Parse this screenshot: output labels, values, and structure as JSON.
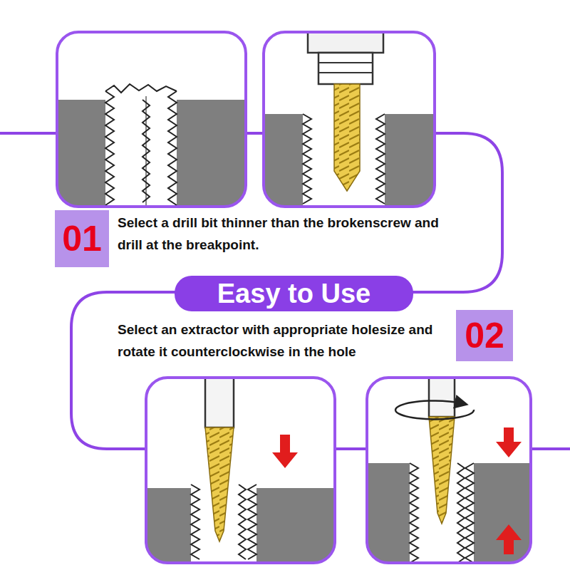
{
  "diagram": {
    "nodes": [
      {
        "text": [
          "01"
        ]
      },
      {
        "text": [
          "Easy to Use"
        ]
      },
      {
        "text": [
          "02"
        ]
      }
    ],
    "labels": [
      "Select a drill bit thinner than the brokenscrew and drill at the breakpoint.",
      "Select an extractor with appropriate holesize and rotate it counterclockwise in the hole"
    ]
  }
}
